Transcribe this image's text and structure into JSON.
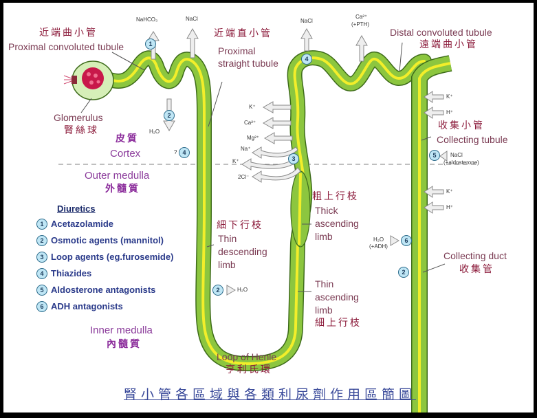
{
  "colors": {
    "tubule_outer": "#8cc63f",
    "tubule_lumen": "#f2ee2a",
    "tubule_edge": "#3d6b1a",
    "glomerulus": "#c8184a",
    "capsule": "#d6efb8",
    "badge_fill": "#bfe6f5",
    "english_label": "#7a3a52",
    "chinese_label": "#8b1a3a",
    "zone_label": "#8a3a9a",
    "legend_text": "#2a3a8a",
    "caption": "#3a4a9a"
  },
  "structures": {
    "pct": {
      "cn": "近端曲小管",
      "en": "Proximal convoluted tubule"
    },
    "pst": {
      "cn": "近端直小管",
      "en_line1": "Proximal",
      "en_line2": "straight tubule"
    },
    "glomerulus": {
      "en": "Glomerulus",
      "cn": "腎絲球"
    },
    "dct": {
      "en": "Distal convoluted tubule",
      "cn": "遠端曲小管"
    },
    "collecting_tubule": {
      "cn": "收集小管",
      "en": "Collecting tubule"
    },
    "thin_desc": {
      "cn": "細下行枝",
      "en_line1": "Thin",
      "en_line2": "descending",
      "en_line3": "limb"
    },
    "thick_asc": {
      "cn": "粗上行枝",
      "en_line1": "Thick",
      "en_line2": "ascending",
      "en_line3": "limb"
    },
    "thin_asc": {
      "en_line1": "Thin",
      "en_line2": "ascending",
      "en_line3": "limb",
      "cn": "細上行枝"
    },
    "collecting_duct": {
      "en": "Collecting duct",
      "cn": "收集管"
    },
    "loop": {
      "en": "Loop of Henle",
      "cn": "亨利氏環"
    }
  },
  "zones": {
    "cortex": {
      "cn": "皮質",
      "en": "Cortex"
    },
    "outer_medulla": {
      "en": "Outer medulla",
      "cn": "外髓質"
    },
    "inner_medulla": {
      "en": "Inner medulla",
      "cn": "內髓質"
    }
  },
  "ions": {
    "nahco3": "NaHCO₃",
    "nacl_pct": "NaCl",
    "h2o_pct": "H₂O",
    "nacl_dct": "NaCl",
    "ca_dct_1": "Ca²⁺",
    "ca_dct_2": "(+PTH)",
    "tal_k": "K⁺",
    "tal_ca": "Ca²⁺",
    "tal_mg": "Mg²⁺",
    "tal_na": "Na⁺",
    "tal_k2": "K⁺",
    "tal_cl": "2Cl⁻",
    "q4": "?",
    "ct_k": "K⁺",
    "ct_h": "H⁺",
    "ct_nacl": "NaCl",
    "ct_aldo": "(+aldosterone)",
    "cd_k": "K⁺",
    "cd_h": "H⁺",
    "cd_h2o": "H₂O",
    "cd_adh": "(+ADH)",
    "tdl_h2o": "H₂O"
  },
  "badges": {
    "pct_1": "1",
    "pct_2": "2",
    "dct_4": "4",
    "tal_3": "3",
    "q_4": "4",
    "ct_5": "5",
    "cd_6": "6",
    "cd_2": "2",
    "tdl_2": "2"
  },
  "legend": {
    "title": "Diuretics",
    "items": [
      {
        "num": "1",
        "label": "Acetazolamide"
      },
      {
        "num": "2",
        "label": "Osmotic agents (mannitol)"
      },
      {
        "num": "3",
        "label": "Loop agents (eg.furosemide)"
      },
      {
        "num": "4",
        "label": "Thiazides"
      },
      {
        "num": "5",
        "label": "Aldosterone antagonists"
      },
      {
        "num": "6",
        "label": "ADH antagonists"
      }
    ]
  },
  "caption": "腎小管各區域與各類利尿劑作用區簡圖"
}
